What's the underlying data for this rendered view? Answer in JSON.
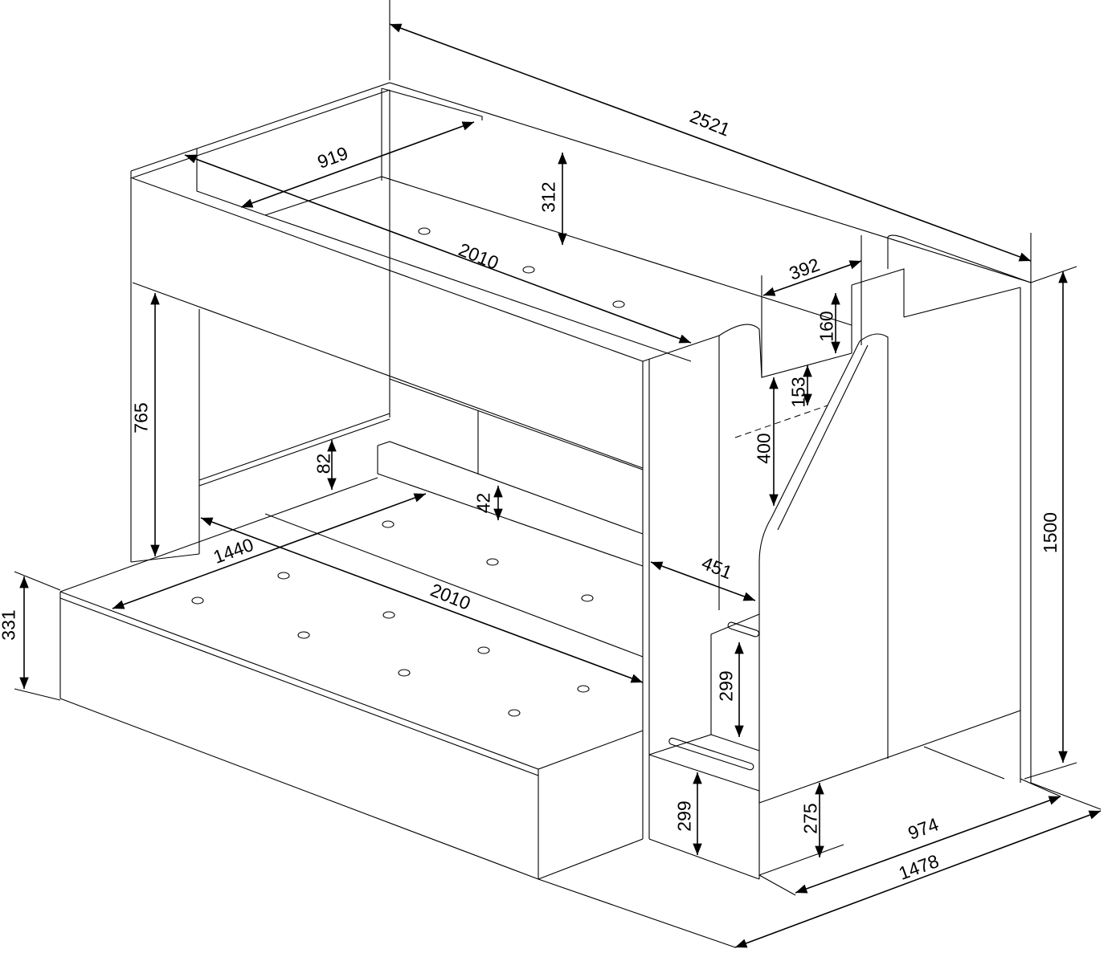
{
  "title": "Bunk bed with trundle and storage stairs - dimensions (mm)",
  "dimensions": {
    "overall_length": "2521",
    "top_bed_width": "919",
    "top_guard_height": "312",
    "top_bed_length": "2010",
    "stair_platform_width": "392",
    "stair_rail_height": "160",
    "stair_step_offset": "153",
    "stair_step_height": "400",
    "bottom_clearance": "765",
    "lower_rail_height": "82",
    "lower_slat_depth": "42",
    "trundle_width": "1440",
    "lower_bed_length": "2010",
    "stair_depth": "451",
    "overall_height": "1500",
    "trundle_height": "331",
    "step_height_upper": "299",
    "step_height_lower": "299",
    "stair_base_height": "275",
    "overall_width_upper": "974",
    "overall_width_total": "1478"
  }
}
